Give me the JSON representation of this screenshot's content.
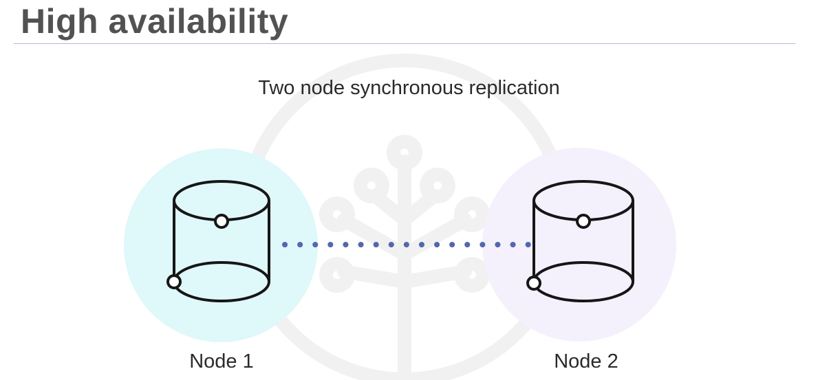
{
  "slide": {
    "title": "High availability"
  },
  "diagram": {
    "subtitle": "Two node synchronous replication",
    "nodes": [
      {
        "label": "Node 1",
        "halo_color": "#dff8fa"
      },
      {
        "label": "Node 2",
        "halo_color": "#f4f1fd"
      }
    ],
    "connector": {
      "style": "dotted",
      "color": "#5266b2"
    },
    "icon": "database-cylinder-icon"
  }
}
